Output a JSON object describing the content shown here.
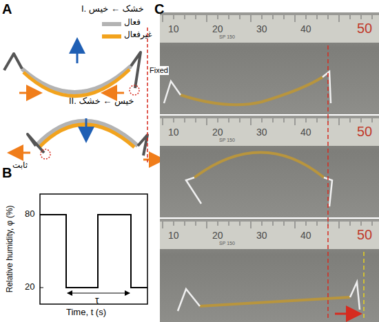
{
  "diagram": {
    "labels": [
      "A",
      "I. خشک ← خیس",
      "II. خیس ← خشک",
      "Fixed",
      "ثابت",
      "B",
      "80",
      "20",
      "Relative humidity, φ (%)",
      "Time, t (s)",
      "τ",
      "C",
      "10",
      "20",
      "30",
      "40",
      "50",
      "10",
      "20",
      "30",
      "40",
      "50",
      "10",
      "20",
      "30",
      "40",
      "50",
      "SP 150",
      "SP 150",
      "SP 150"
    ],
    "legend": [
      {
        "text": "فعال",
        "color": "#b3b3b3"
      },
      {
        "text": "غیرفعال",
        "color": "#f2a31d"
      }
    ]
  }
}
